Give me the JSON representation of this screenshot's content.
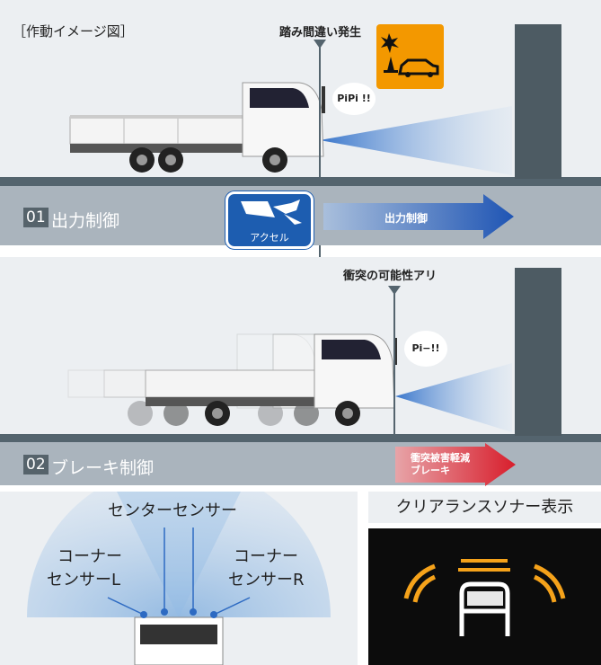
{
  "top": {
    "caption": "［作動イメージ図］",
    "event_label": "踏み間違い発生",
    "beep": "PiPi !!",
    "row_number": "01",
    "row_label": "出力制御",
    "accel_label": "アクセル",
    "arrow_label": "出力制御",
    "warning_icon": "warning-car-icon"
  },
  "middle": {
    "event_label": "衝突の可能性アリ",
    "beep": "Pi−!!",
    "row_number": "02",
    "row_label": "ブレーキ制御",
    "arrow_label_1": "衝突被害軽減",
    "arrow_label_2": "ブレーキ"
  },
  "bottom": {
    "center_label": "センターセンサー",
    "corner_l_1": "コーナー",
    "corner_l_2": "センサーL",
    "corner_r_1": "コーナー",
    "corner_r_2": "センサーR",
    "display_title": "クリアランスソナー表示"
  },
  "colors": {
    "panel": "#eceff2",
    "road": "#54646e",
    "accent_blue": "#1d4f9c",
    "accent_red": "#d81e2c",
    "warning_orange": "#f39800",
    "sonar_orange": "#f5a21a"
  }
}
